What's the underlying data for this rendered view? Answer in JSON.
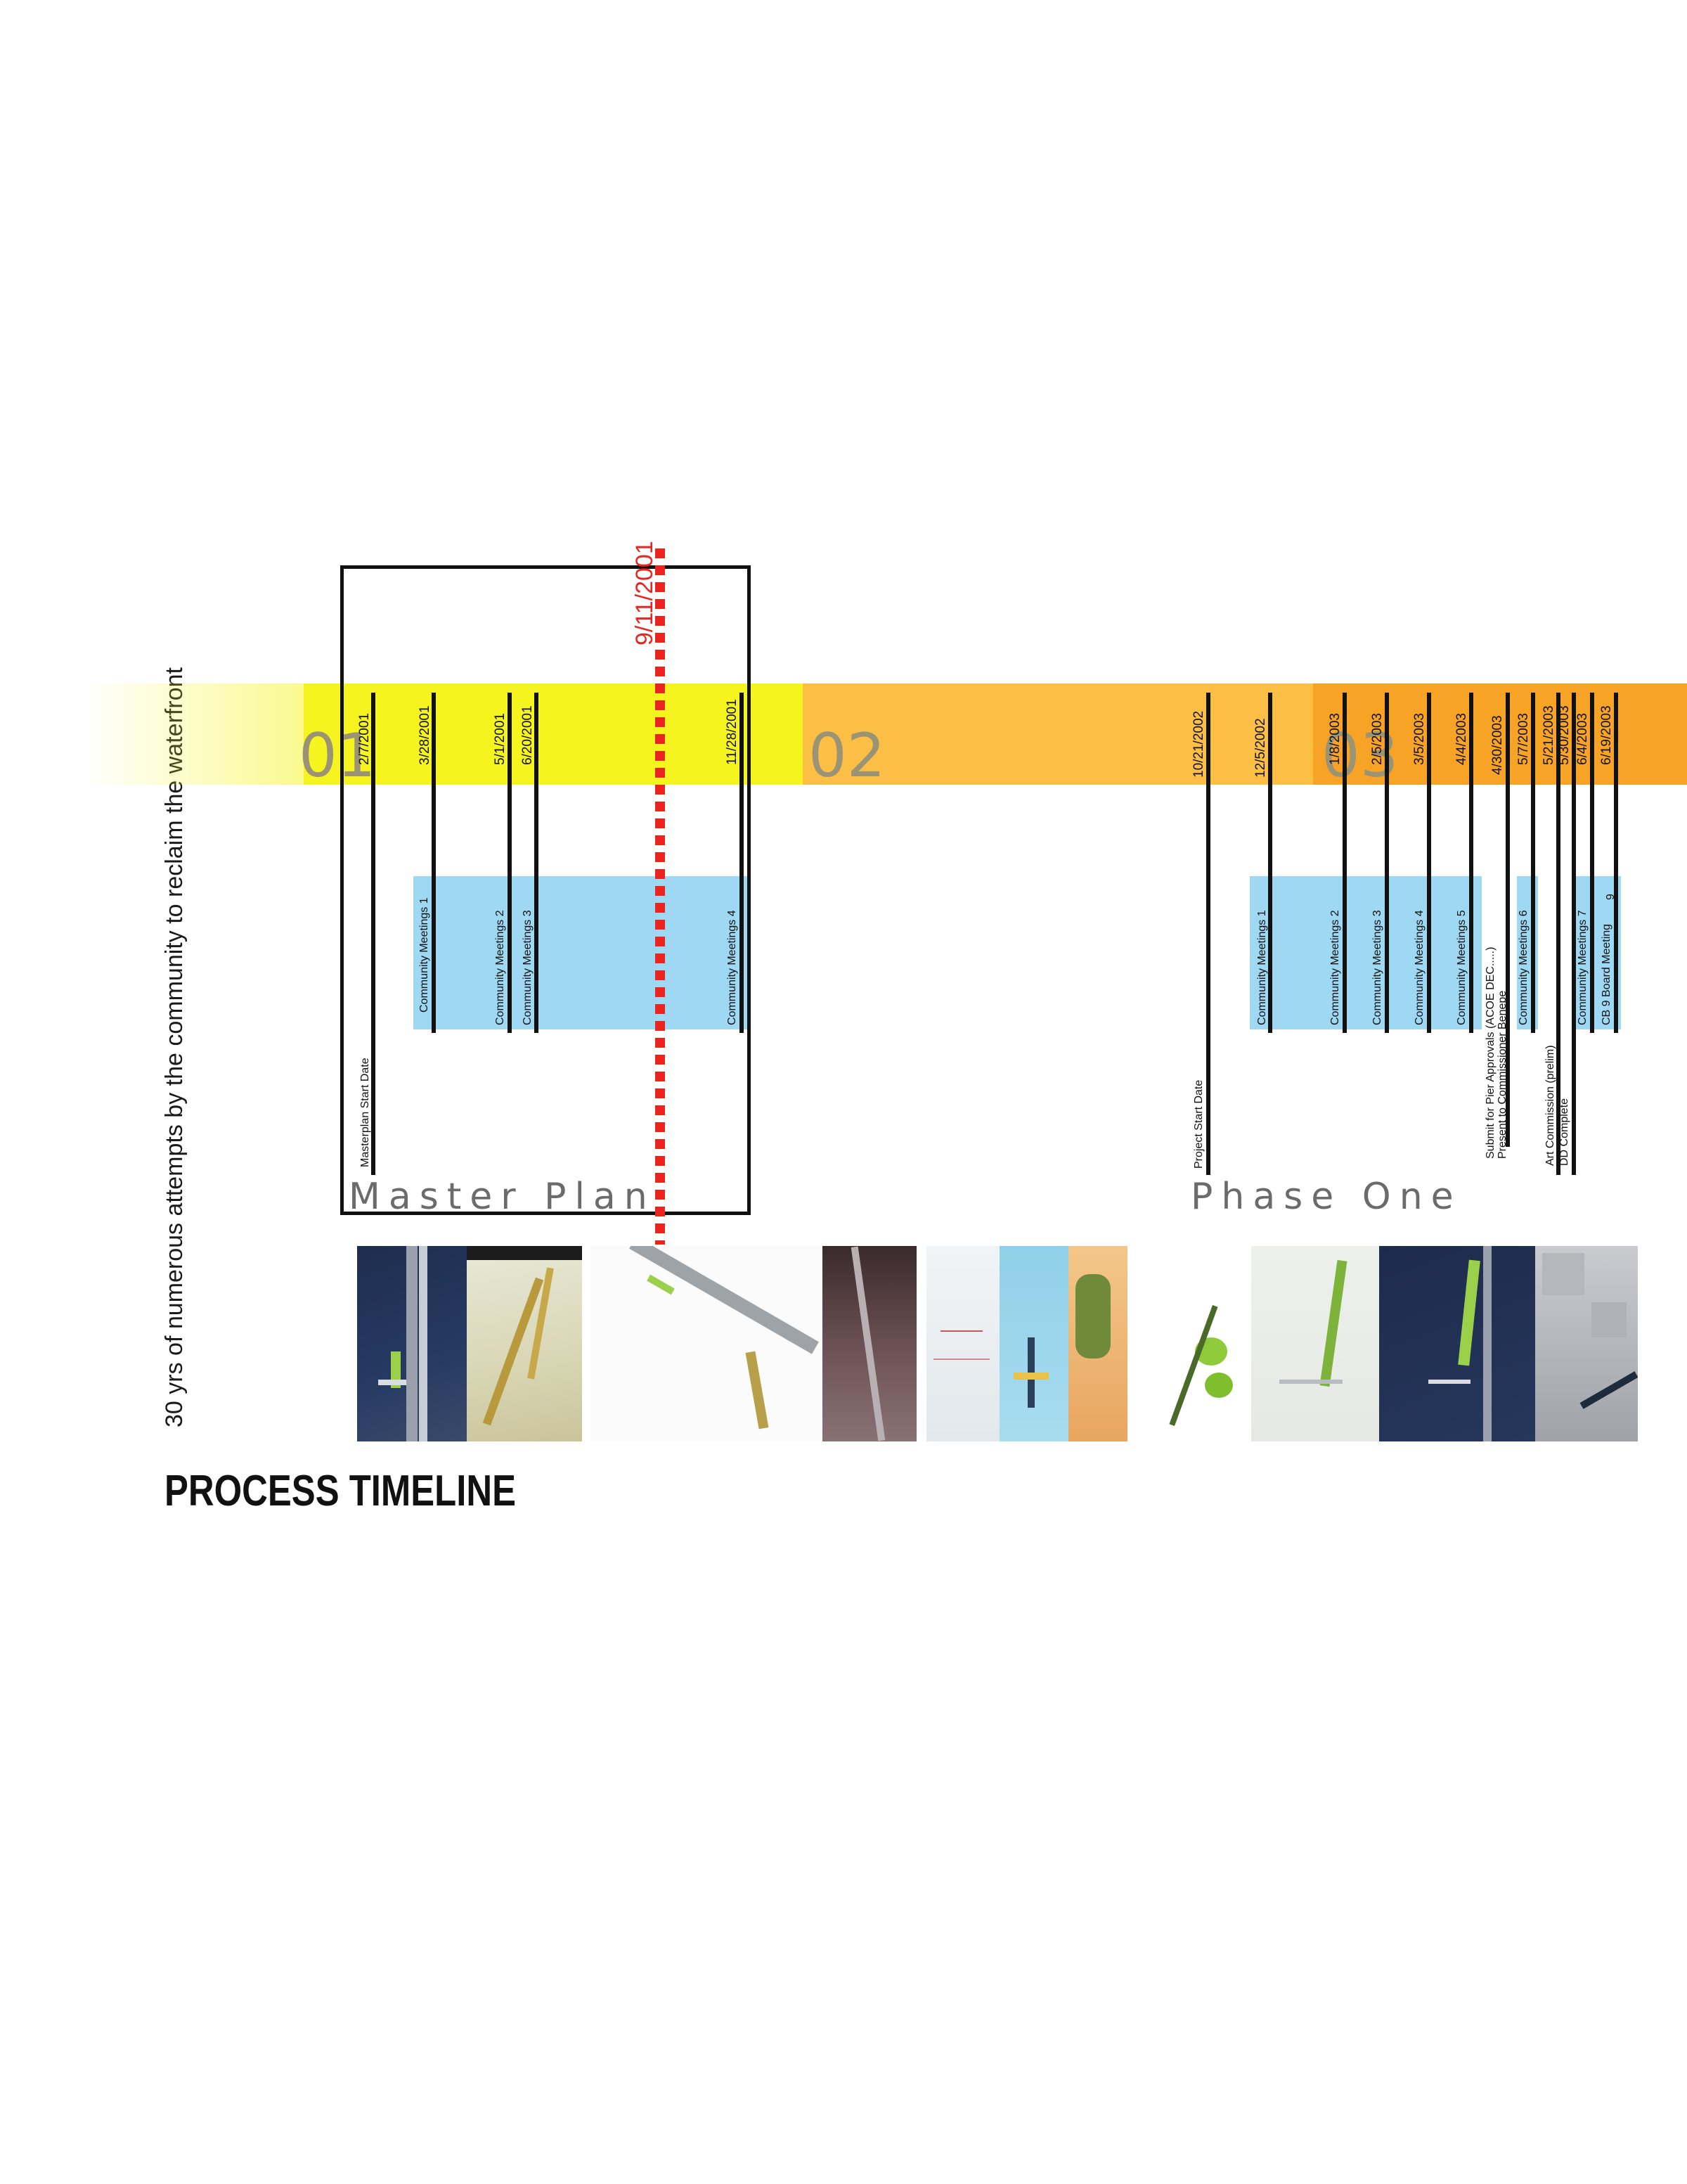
{
  "tagline": "30 yrs of numerous attempts by the community to reclaim the waterfront",
  "page_title": "PROCESS TIMELINE",
  "phases": [
    "01",
    "02",
    "03"
  ],
  "sections": {
    "master_plan": "Master Plan",
    "phase_one": "Phase One"
  },
  "event_911": "9/11/2001",
  "dates": {
    "d1": "2/7/2001",
    "d2": "3/28/2001",
    "d3": "5/1/2001",
    "d4": "6/20/2001",
    "d5": "11/28/2001",
    "d6": "10/21/2002",
    "d7": "12/5/2002",
    "d8": "1/8/2003",
    "d9": "2/5/2003",
    "d10": "3/5/2003",
    "d11": "4/4/2003",
    "d12": "4/30/2003",
    "d13": "5/7/2003",
    "d14": "5/21/2003",
    "d15": "5/30/2003",
    "d16": "6/4/2003",
    "d17": "6/19/2003"
  },
  "events": {
    "masterplan_start": "Masterplan Start Date",
    "mp_cm1": "Community Meetings 1",
    "mp_cm2": "Community Meetings 2",
    "mp_cm3": "Community Meetings 3",
    "mp_cm4": "Community Meetings 4",
    "project_start": "Project Start Date",
    "p1_cm1": "Community Meetings 1",
    "p1_cm2": "Community Meetings 2",
    "p1_cm3": "Community Meetings 3",
    "p1_cm4": "Community Meetings 4",
    "p1_cm5": "Community Meetings 5",
    "pier_approvals": "Submit for Pier Approvals (ACOE DEC.....)",
    "commissioner": "Present to Commissioner Benepe",
    "p1_cm6": "Community Meetings 6",
    "art_commission": "Art Commission (prelim)",
    "dd_complete": "DD Complete",
    "p1_cm7": "Community Meetings 7",
    "cb9": "CB 9 Board Meeting",
    "cb9_num": "9"
  },
  "colors": {
    "phase1": "#f5f41f",
    "phase2": "#fbbf45",
    "phase3": "#f7a325",
    "meetings": "#9fd8f3",
    "red_line": "#e8261f",
    "text": "#111111",
    "phase_numeral": "#9a9475",
    "section_label": "#6b6b6b"
  }
}
